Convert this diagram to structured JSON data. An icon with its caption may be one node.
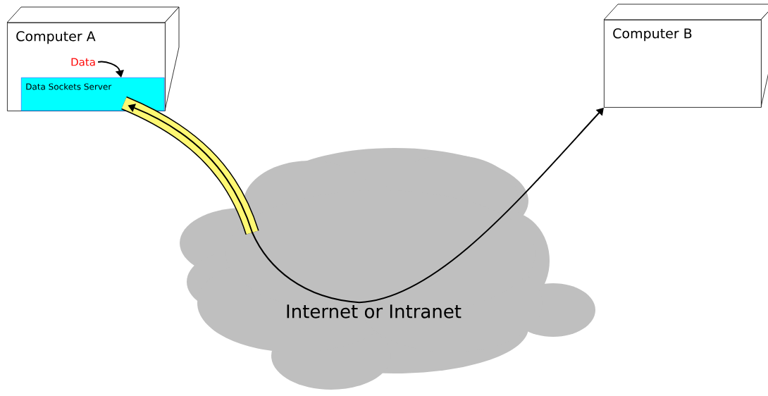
{
  "diagram": {
    "nodes": [
      {
        "text": [
          "Computer A"
        ]
      },
      {
        "text": [
          "Data"
        ],
        "in": 0
      },
      {
        "text": [
          "Data Sockets Server"
        ],
        "in": 0
      },
      {
        "text": [
          "Computer B"
        ]
      },
      {
        "text": [
          "Internet or Intranet"
        ]
      }
    ],
    "edges": [
      {
        "from": 1,
        "to": 2,
        "arrow": "to"
      },
      {
        "from": 4,
        "to": 2,
        "arrow": "to"
      },
      {
        "from": 4,
        "to": 3,
        "arrow": "to"
      }
    ]
  }
}
